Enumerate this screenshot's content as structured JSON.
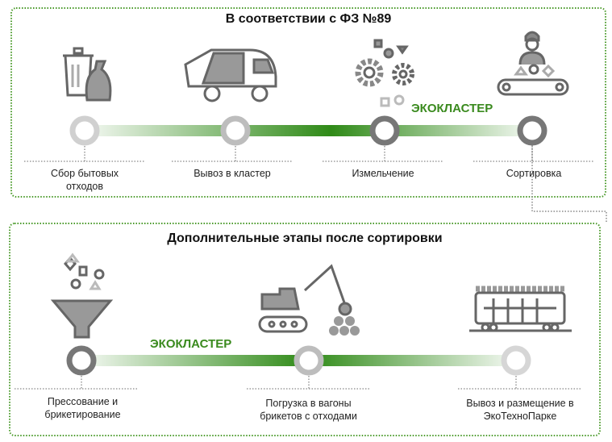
{
  "top_section": {
    "title": "В соответствии с ФЗ №89",
    "cluster_label": "ЭКОКЛАСТЕР",
    "steps": [
      {
        "label": "Сбор бытовых отходов",
        "icon": "trash-bag-icon"
      },
      {
        "label": "Вывоз в кластер",
        "icon": "garbage-truck-icon"
      },
      {
        "label": "Измельчение",
        "icon": "gears-icon"
      },
      {
        "label": "Сортировка",
        "icon": "sorting-worker-icon"
      }
    ]
  },
  "bottom_section": {
    "title": "Дополнительные этапы после сортировки",
    "cluster_label": "ЭКОКЛАСТЕР",
    "steps": [
      {
        "label": "Прессование и брикетирование",
        "icon": "funnel-icon"
      },
      {
        "label": "Погрузка в вагоны брикетов с отходами",
        "icon": "excavator-icon"
      },
      {
        "label": "Вывоз и размещение в ЭкоТехноПарке",
        "icon": "railcar-icon"
      }
    ]
  },
  "colors": {
    "border": "#4a9a2a",
    "accent": "#3a8a1e",
    "dark_node": "#777777",
    "light_node": "#c8c8c8"
  }
}
